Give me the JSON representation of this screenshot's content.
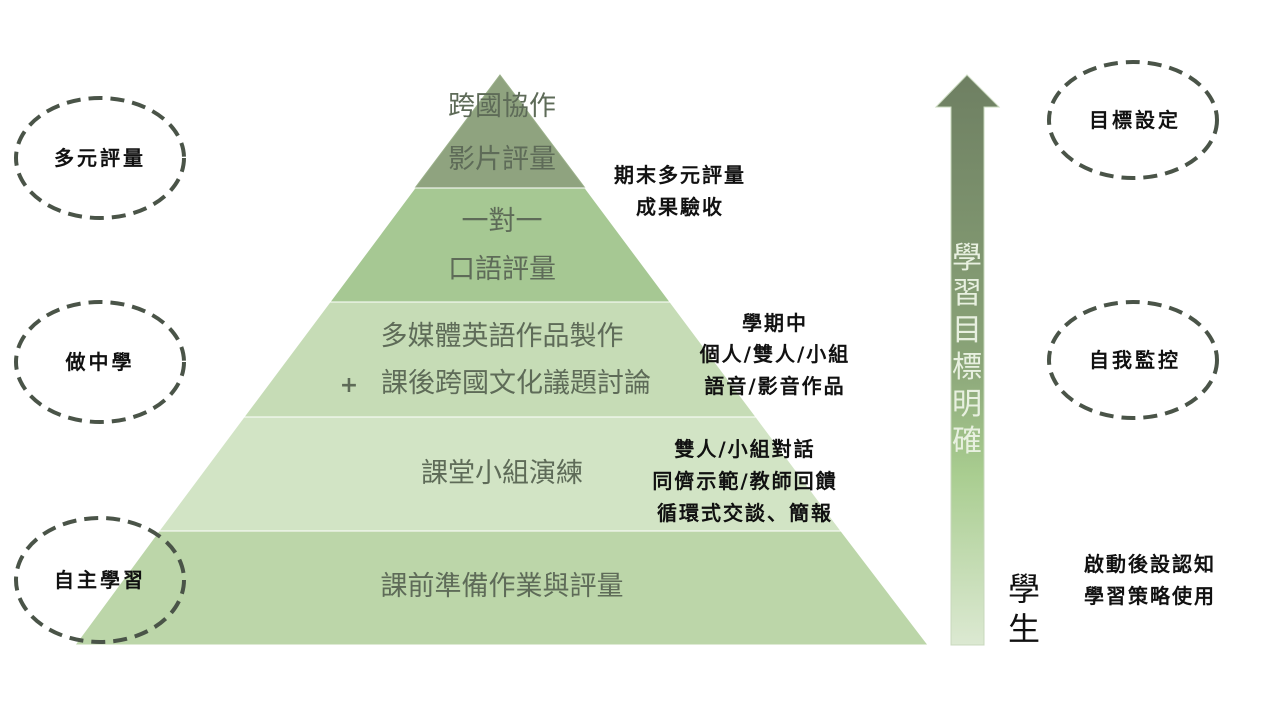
{
  "pyramid": {
    "levels": [
      {
        "lines": [
          "跨國協作",
          "影片評量"
        ],
        "color": "#8fa37f"
      },
      {
        "lines": [
          "一對一",
          "口語評量"
        ],
        "color": "#a6c893"
      },
      {
        "lines": [
          "多媒體英語作品製作",
          "課後跨國文化議題討論"
        ],
        "prefix": "+",
        "color": "#c6dcb6"
      },
      {
        "lines": [
          "課堂小組演練"
        ],
        "color": "#d2e4c5"
      },
      {
        "lines": [
          "課前準備作業與評量"
        ],
        "color": "#bcd6a9"
      }
    ]
  },
  "notes": {
    "final": [
      "期末多元評量",
      "成果驗收"
    ],
    "midterm": [
      "學期中",
      "個人/雙人/小組",
      "語音/影音作品"
    ],
    "classroom": [
      "雙人/小組對話",
      "同儕示範/教師回饋",
      "循環式交談、簡報"
    ],
    "metacognition": [
      "啟動後設認知",
      "學習策略使用"
    ]
  },
  "circles": {
    "left": [
      "多元評量",
      "做中學",
      "自主學習"
    ],
    "right": [
      "目標設定",
      "自我監控"
    ]
  },
  "arrow": {
    "label": [
      "學",
      "習",
      "目",
      "標",
      "明",
      "確"
    ],
    "top_color": "#6e7f62",
    "bottom_color": "#dce9d2"
  },
  "student": [
    "學",
    "生"
  ]
}
